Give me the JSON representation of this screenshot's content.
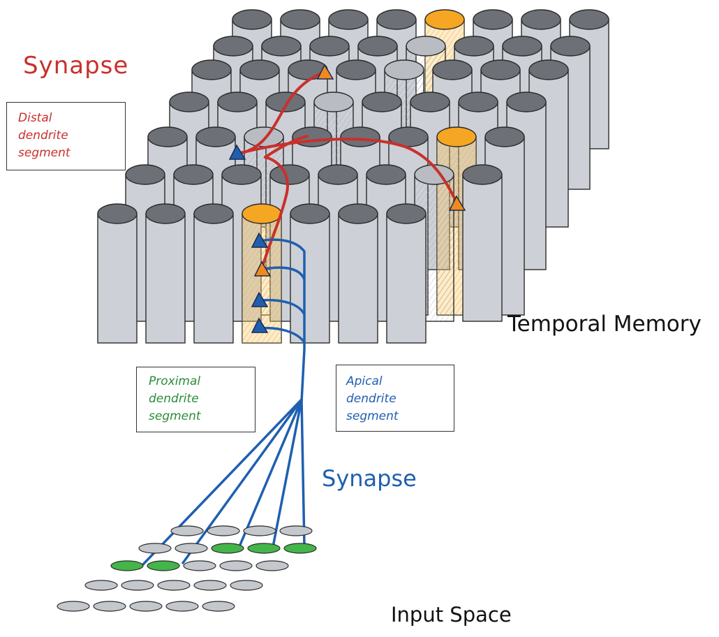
{
  "labels": {
    "synapse_top": "Synapse",
    "distal_line1": "Distal",
    "distal_line2": "dendrite",
    "distal_line3": "segment",
    "temporal_memory": "Temporal Memory",
    "proximal_line1": "Proximal",
    "proximal_line2": "dendrite",
    "proximal_line3": "segment",
    "apical_line1": "Apical",
    "apical_line2": "dendrite",
    "apical_line3": "segment",
    "synapse_bottom": "Synapse",
    "input_space": "Input Space"
  },
  "colors": {
    "distal": "#c9302c",
    "proximal": "#2e8b3a",
    "apical": "#1f5fb0",
    "column_body": "#cdd0d6",
    "column_top": "#6d7077",
    "active_column": "#f5a623",
    "active_cell_input": "#43b549",
    "inactive_cell_input": "#c4c7cc"
  }
}
